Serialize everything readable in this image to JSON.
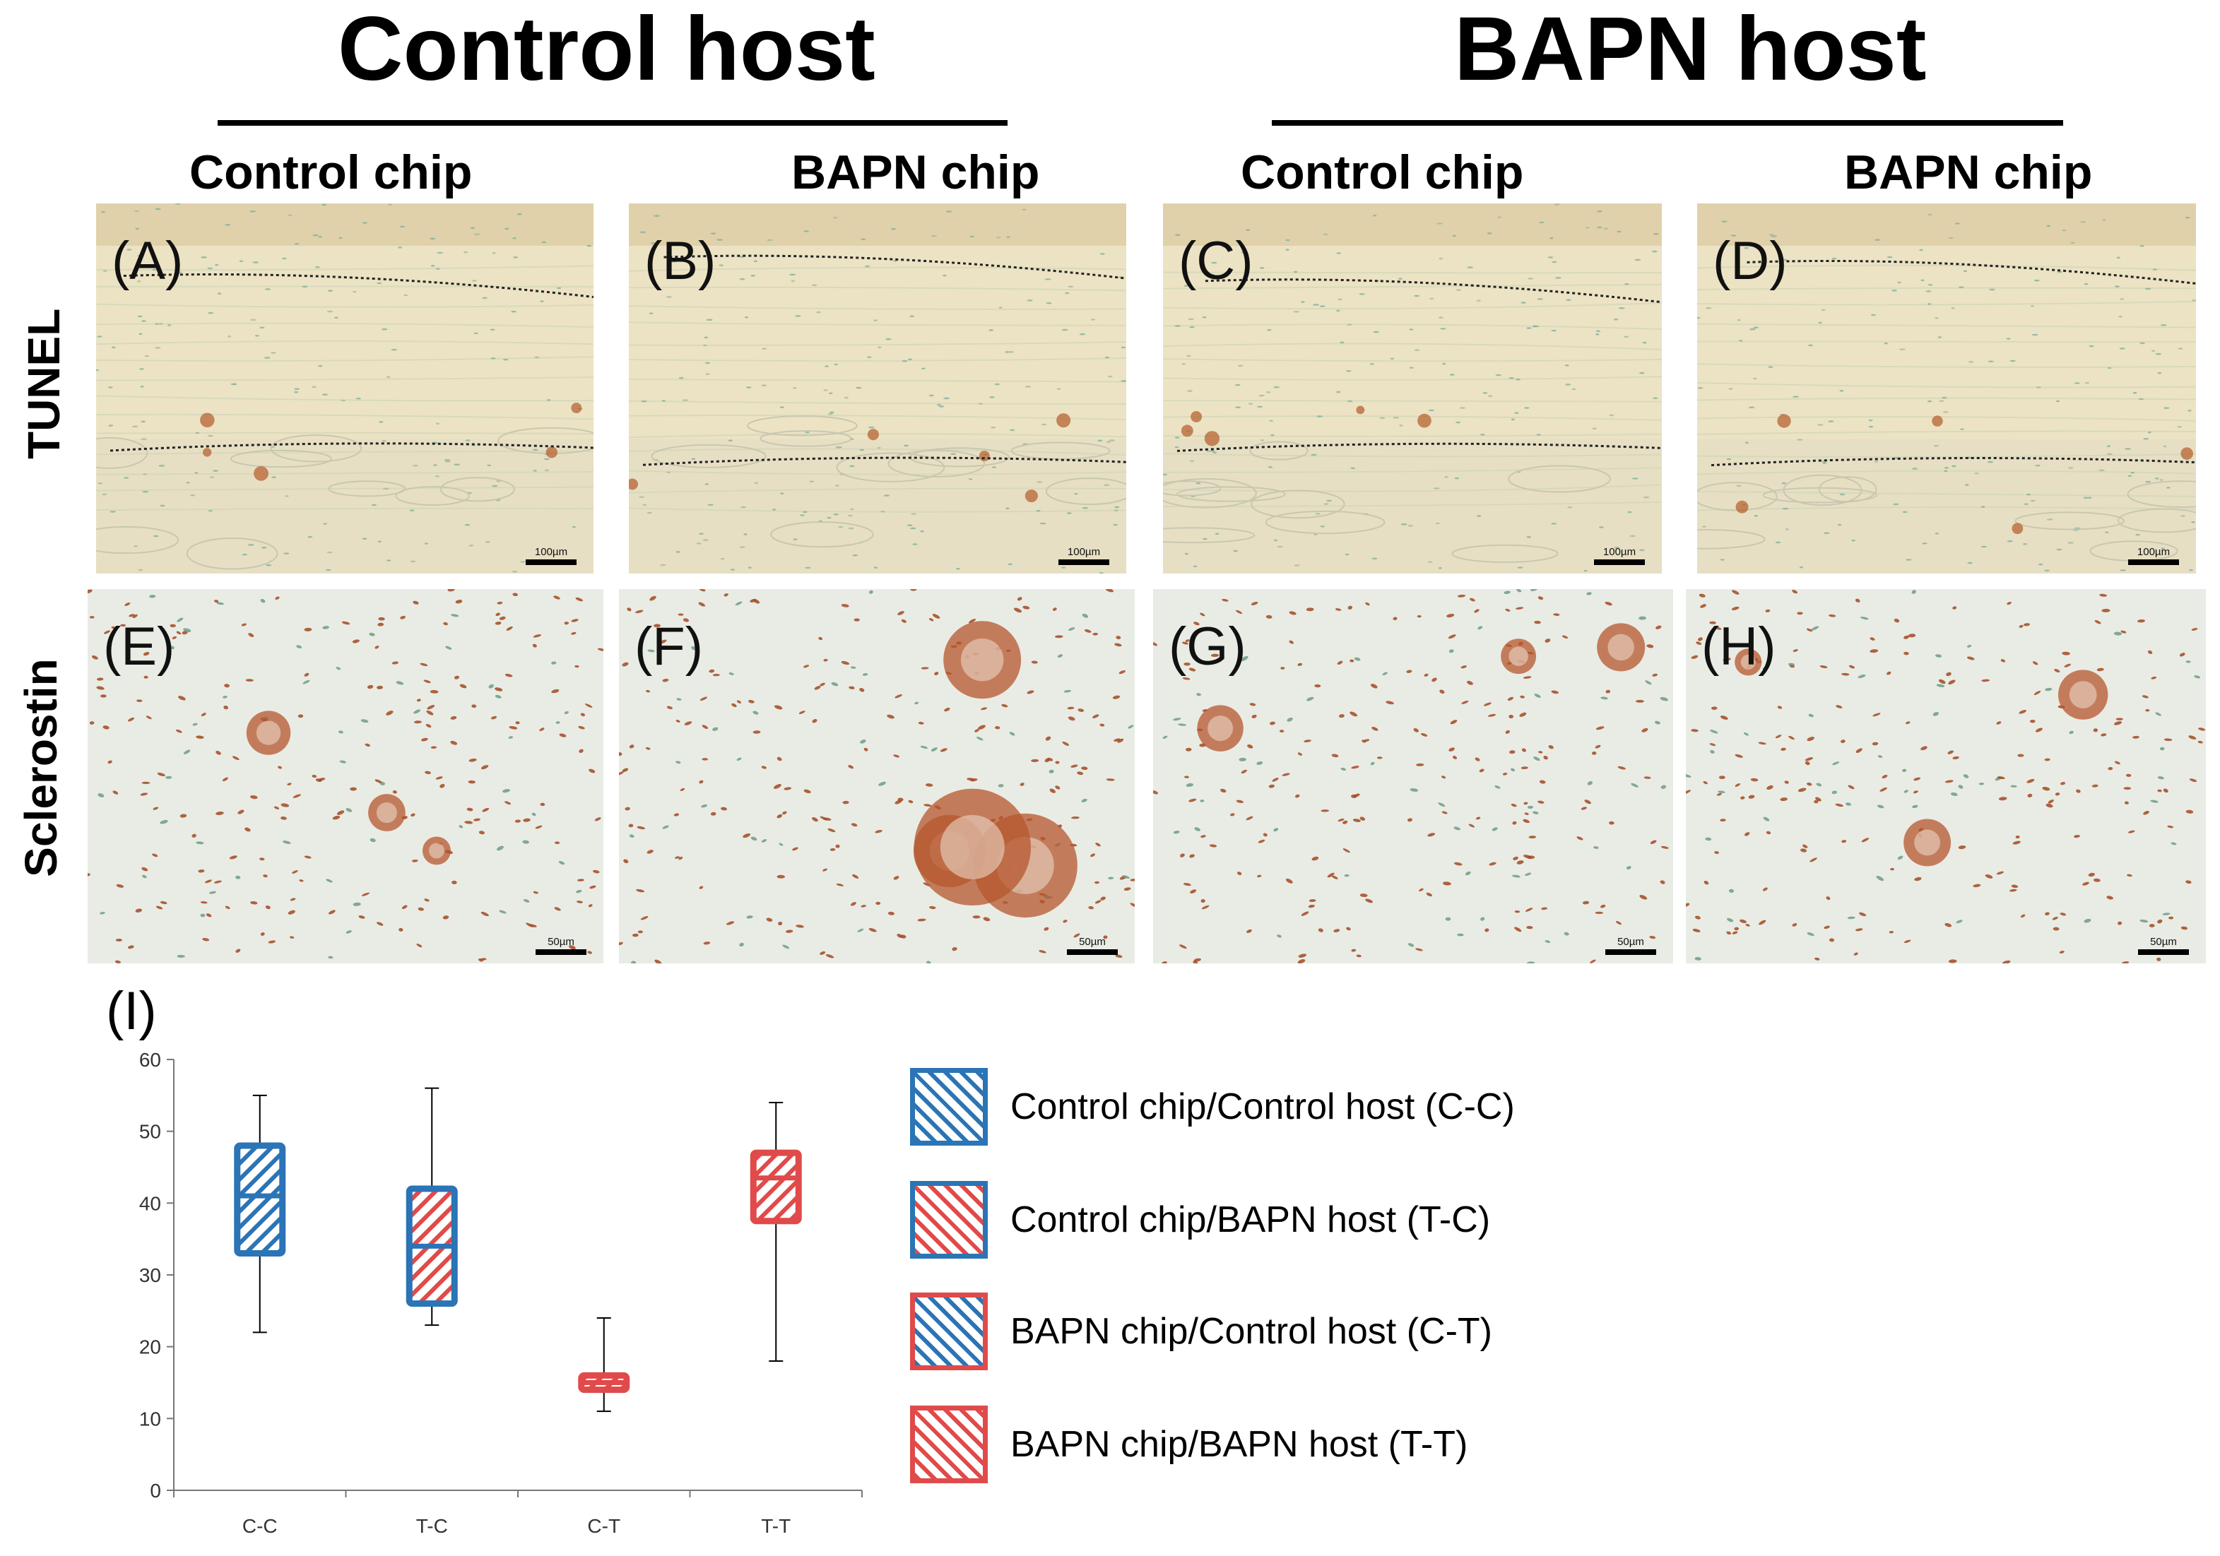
{
  "headers": {
    "control_host": "Control host",
    "bapn_host": "BAPN host",
    "chips": [
      "Control chip",
      "BAPN chip",
      "Control chip",
      "BAPN chip"
    ]
  },
  "rows": [
    "TUNEL",
    "Sclerostin"
  ],
  "panels": [
    {
      "letter": "(A)",
      "scale": "100µm"
    },
    {
      "letter": "(B)",
      "scale": "100µm"
    },
    {
      "letter": "(C)",
      "scale": "100µm"
    },
    {
      "letter": "(D)",
      "scale": "100µm"
    },
    {
      "letter": "(E)",
      "scale": "50µm"
    },
    {
      "letter": "(F)",
      "scale": "50µm"
    },
    {
      "letter": "(G)",
      "scale": "50µm"
    },
    {
      "letter": "(H)",
      "scale": "50µm"
    }
  ],
  "chart_label": "(I)",
  "colors": {
    "blue": "#2b74b5",
    "red": "#e04a4a",
    "tunel_bg": "#ece3c4",
    "scl_bg": "#f1f0e9"
  },
  "legend": [
    {
      "label": "Control chip/Control host (C-C)",
      "border": "blue",
      "hatch": "blue"
    },
    {
      "label": "Control chip/BAPN host (T-C)",
      "border": "blue",
      "hatch": "red"
    },
    {
      "label": "BAPN chip/Control host (C-T)",
      "border": "red",
      "hatch": "blue"
    },
    {
      "label": "BAPN chip/BAPN host (T-T)",
      "border": "red",
      "hatch": "red"
    }
  ],
  "chart_data": {
    "type": "box",
    "categories": [
      "C-C",
      "T-C",
      "C-T",
      "T-T"
    ],
    "ylim": [
      0,
      60
    ],
    "yticks": [
      0,
      10,
      20,
      30,
      40,
      50,
      60
    ],
    "boxes": [
      {
        "min": 22,
        "q1": 33,
        "median": 41,
        "q3": 48,
        "max": 55,
        "border": "blue",
        "hatch": "blue"
      },
      {
        "min": 23,
        "q1": 26,
        "median": 34,
        "q3": 42,
        "max": 56,
        "border": "blue",
        "hatch": "red"
      },
      {
        "min": 11,
        "q1": 14,
        "median": 15,
        "q3": 16,
        "max": 24,
        "border": "red",
        "hatch": "red"
      },
      {
        "min": 18,
        "q1": 37.5,
        "median": 43.5,
        "q3": 47,
        "max": 54,
        "border": "red",
        "hatch": "red"
      }
    ]
  }
}
